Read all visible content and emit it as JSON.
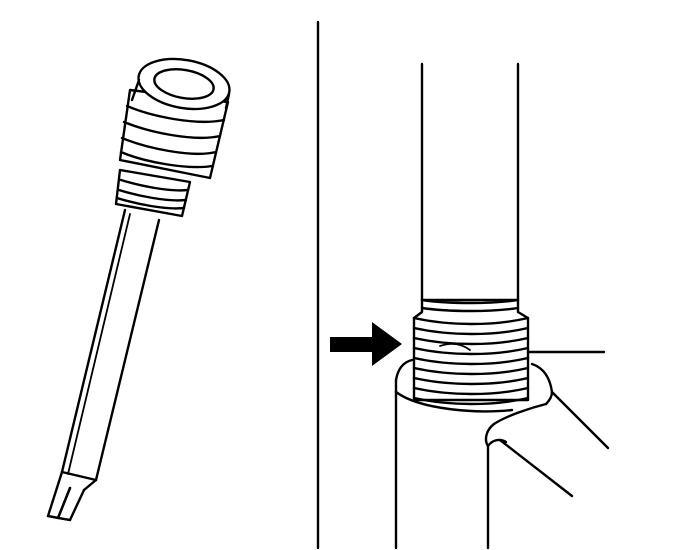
{
  "diagram": {
    "ink_color": "#000000",
    "background_color": "#ffffff",
    "left_panel": {
      "component": "threaded-tool",
      "thread_rings": 4,
      "collar_rings": 2
    },
    "right_panel": {
      "component": "threaded-shaft-in-housing",
      "thread_lines": 10,
      "indicator": "arrow-right-icon"
    }
  }
}
